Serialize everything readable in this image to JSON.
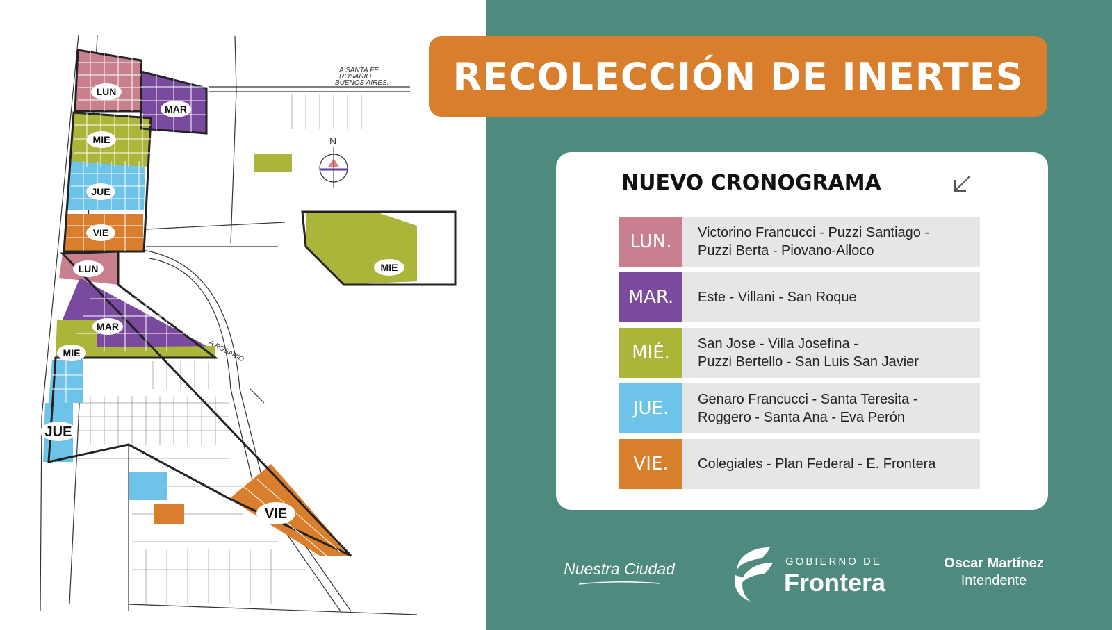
{
  "title": "RECOLECCIÓN DE INERTES",
  "card": {
    "heading": "NUEVO CRONOGRAMA",
    "rows": [
      {
        "day": "LUN.",
        "text": "Victorino Francucci - Puzzi Santiago -\nPuzzi Berta - Piovano-Alloco",
        "color": "#c9808e"
      },
      {
        "day": "MAR.",
        "text": "Este - Villani - San Roque",
        "color": "#7a4a9e"
      },
      {
        "day": "MIÉ.",
        "text": "San Jose - Villa  Josefina -\nPuzzi Bertello - San Luis San Javier",
        "color": "#aab53a"
      },
      {
        "day": "JUE.",
        "text": "Genaro Francucci - Santa Teresita -\nRoggero - Santa Ana - Eva Perón",
        "color": "#6ec3e8"
      },
      {
        "day": "VIE.",
        "text": "Colegiales - Plan Federal - E. Frontera",
        "color": "#d97e2d"
      }
    ]
  },
  "map": {
    "zone_labels": {
      "lun1": "LUN",
      "mar1": "MAR",
      "mie1": "MIE",
      "jue1": "JUE",
      "vie1": "VIE",
      "lun2": "LUN",
      "mar2": "MAR",
      "mie2": "MIE",
      "jue2": "JUE",
      "vie2": "VIE",
      "mie3": "MIE"
    },
    "road_text": {
      "north1": "A SANTA FE,",
      "north2": "ROSARIO",
      "north3": "BUENOS AIRES,",
      "rosario": "A ROSARIO",
      "compass": "N"
    }
  },
  "footer": {
    "slogan": "Nuestra Ciudad",
    "logo_small": "GOBIERNO DE",
    "logo_big": "Frontera",
    "mayor_name": "Oscar Martínez",
    "mayor_role": "Intendente"
  },
  "colors": {
    "background": "#4e8a7d",
    "banner": "#d97e2d"
  },
  "icons": {
    "arrow": "arrow-down-left-icon",
    "logo": "frontera-logo-icon"
  }
}
